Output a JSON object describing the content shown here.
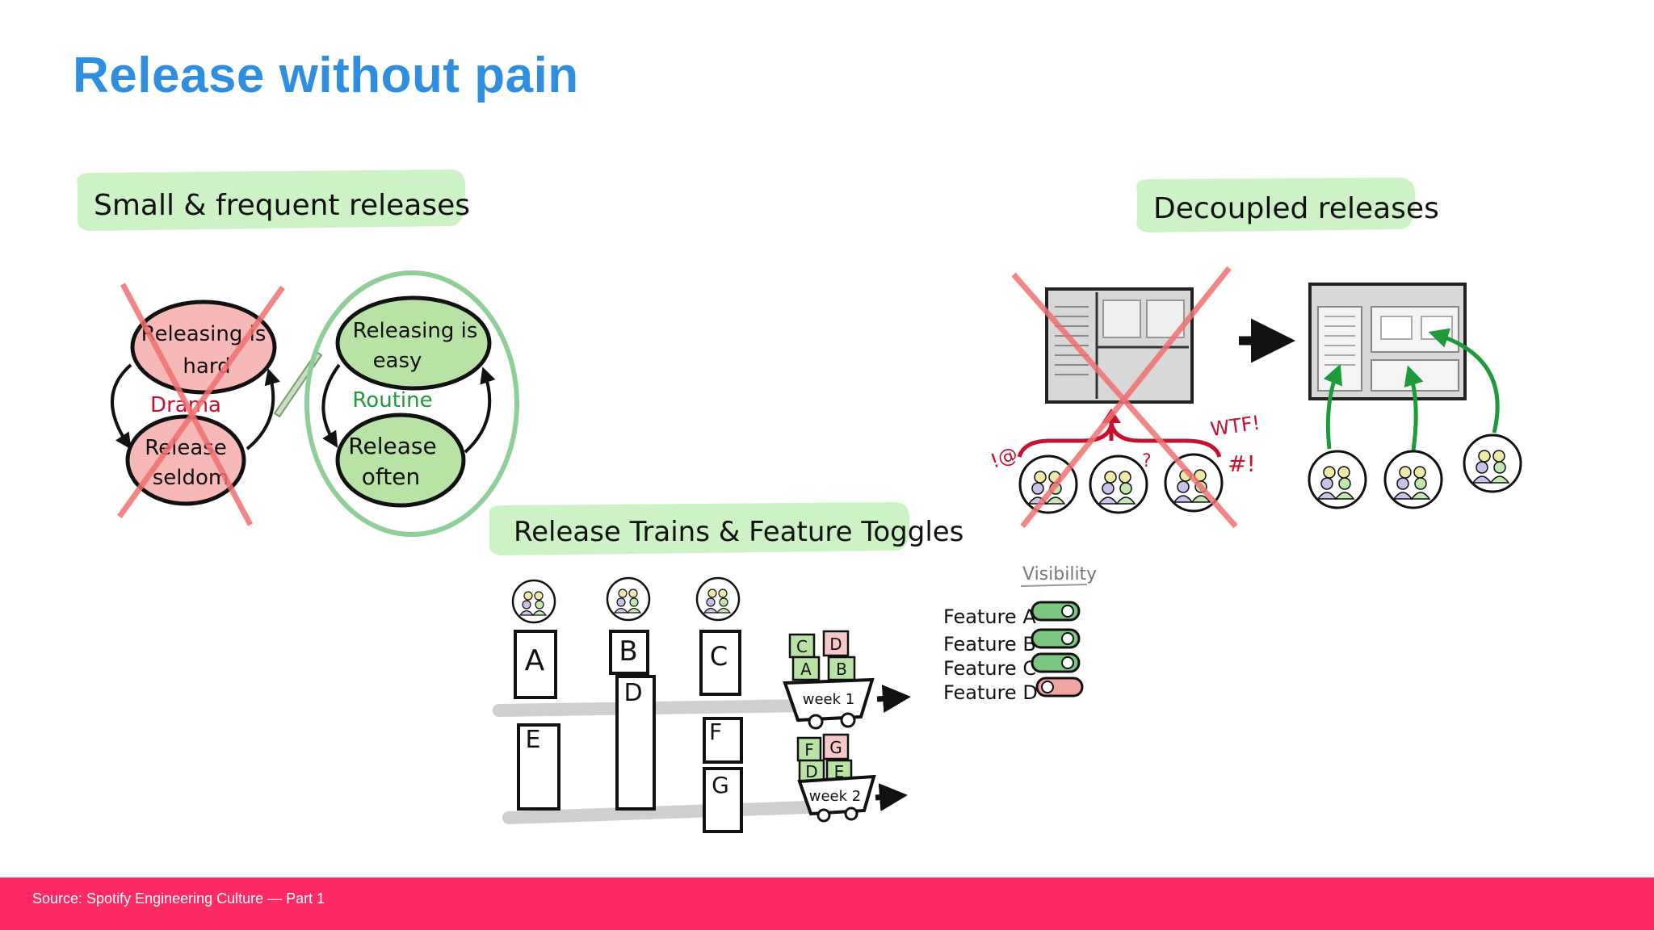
{
  "slide": {
    "title": "Release without pain"
  },
  "sections": {
    "small": {
      "heading": "Small & frequent releases",
      "bad_top": [
        "Releasing is",
        "hard"
      ],
      "bad_label": "Drama",
      "bad_bottom": [
        "Release",
        "seldom"
      ],
      "good_top": [
        "Releasing is",
        "easy"
      ],
      "good_label": "Routine",
      "good_bottom": [
        "Release",
        "often"
      ]
    },
    "decoupled": {
      "heading": "Decoupled releases",
      "exclamations": [
        "!@",
        "?",
        "WTF!",
        "#!"
      ]
    },
    "trains": {
      "heading": "Release Trains & Feature Toggles",
      "features": [
        "A",
        "B",
        "C",
        "D",
        "E",
        "F",
        "G"
      ],
      "week1_label": "week 1",
      "week2_label": "week 2",
      "visibility_label": "Visibility",
      "toggles": [
        {
          "label": "Feature A",
          "on": true
        },
        {
          "label": "Feature B",
          "on": true
        },
        {
          "label": "Feature C",
          "on": true
        },
        {
          "label": "Feature D",
          "on": false
        }
      ]
    }
  },
  "colors": {
    "accent": "#2f8ee0",
    "footer": "#fd2a63",
    "heading_bg": "#cdf2c6",
    "good": "#b8e3a4",
    "bad": "#f7b8b8",
    "cross": "#f07070",
    "arrow_green": "#1e9a3a",
    "warn_red": "#c8102e"
  },
  "footer": {
    "source": "Source: Spotify Engineering Culture — Part 1"
  }
}
